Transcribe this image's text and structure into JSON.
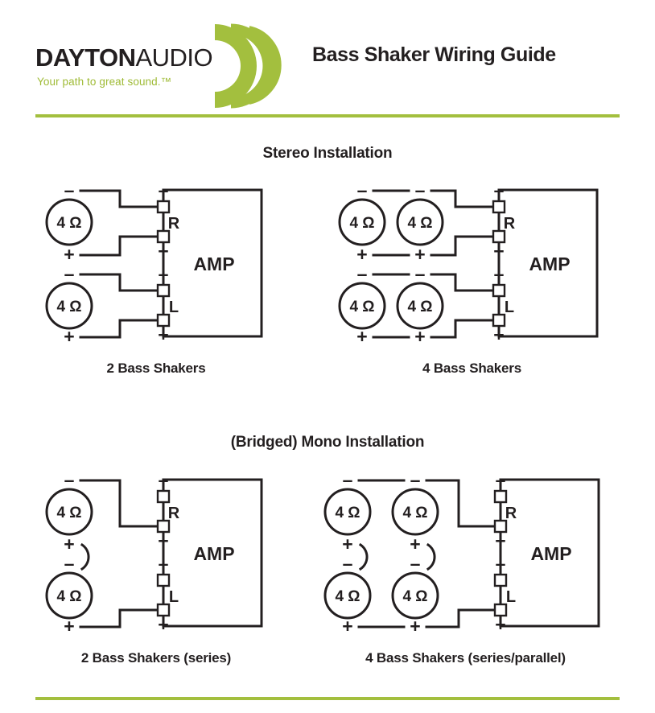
{
  "brand": {
    "name_bold": "DAYTON",
    "name_light": "AUDIO",
    "tagline": "Your path to great sound.™",
    "logo_icon": "sound-waves-arcs",
    "green": "#a3bf3e",
    "tagline_green": "#9fbb36",
    "ink": "#231f20"
  },
  "document": {
    "title": "Bass Shaker Wiring Guide"
  },
  "sections": [
    {
      "id": "stereo",
      "title": "Stereo Installation",
      "diagrams": [
        {
          "id": "stereo-2",
          "caption": "2 Bass Shakers",
          "shaker_count": 2,
          "wiring": "one shaker per channel",
          "shakers": [
            {
              "impedance": "4 Ω",
              "top_sign": "–",
              "bottom_sign": "+"
            },
            {
              "impedance": "4 Ω",
              "top_sign": "–",
              "bottom_sign": "+"
            }
          ],
          "amp": {
            "label": "AMP",
            "channels": [
              {
                "label": "R",
                "terminals": [
                  "–",
                  "+"
                ]
              },
              {
                "label": "L",
                "terminals": [
                  "–",
                  "+"
                ]
              }
            ]
          }
        },
        {
          "id": "stereo-4",
          "caption": "4 Bass Shakers",
          "shaker_count": 4,
          "wiring": "two shakers in parallel per channel",
          "shakers": [
            {
              "impedance": "4 Ω",
              "top_sign": "–",
              "bottom_sign": "+"
            },
            {
              "impedance": "4 Ω",
              "top_sign": "–",
              "bottom_sign": "+"
            },
            {
              "impedance": "4 Ω",
              "top_sign": "–",
              "bottom_sign": "+"
            },
            {
              "impedance": "4 Ω",
              "top_sign": "–",
              "bottom_sign": "+"
            }
          ],
          "amp": {
            "label": "AMP",
            "channels": [
              {
                "label": "R",
                "terminals": [
                  "–",
                  "+"
                ]
              },
              {
                "label": "L",
                "terminals": [
                  "–",
                  "+"
                ]
              }
            ]
          }
        }
      ]
    },
    {
      "id": "mono",
      "title": "(Bridged) Mono Installation",
      "diagrams": [
        {
          "id": "mono-2",
          "caption": "2 Bass Shakers (series)",
          "shaker_count": 2,
          "wiring": "two shakers in series bridged across R+ and L+",
          "shakers": [
            {
              "impedance": "4 Ω",
              "top_sign": "–",
              "bottom_sign": "+"
            },
            {
              "impedance": "4 Ω",
              "top_sign": "–",
              "bottom_sign": "+"
            }
          ],
          "amp": {
            "label": "AMP",
            "channels": [
              {
                "label": "R",
                "terminals": [
                  "–",
                  "+"
                ]
              },
              {
                "label": "L",
                "terminals": [
                  "–",
                  "+"
                ]
              }
            ]
          }
        },
        {
          "id": "mono-4",
          "caption": "4 Bass Shakers (series/parallel)",
          "shaker_count": 4,
          "wiring": "two series pairs in parallel bridged across R+ and L+",
          "shakers": [
            {
              "impedance": "4 Ω",
              "top_sign": "–",
              "bottom_sign": "+"
            },
            {
              "impedance": "4 Ω",
              "top_sign": "–",
              "bottom_sign": "+"
            },
            {
              "impedance": "4 Ω",
              "top_sign": "–",
              "bottom_sign": "+"
            },
            {
              "impedance": "4 Ω",
              "top_sign": "–",
              "bottom_sign": "+"
            }
          ],
          "amp": {
            "label": "AMP",
            "channels": [
              {
                "label": "R",
                "terminals": [
                  "–",
                  "+"
                ]
              },
              {
                "label": "L",
                "terminals": [
                  "–",
                  "+"
                ]
              }
            ]
          }
        }
      ]
    }
  ]
}
